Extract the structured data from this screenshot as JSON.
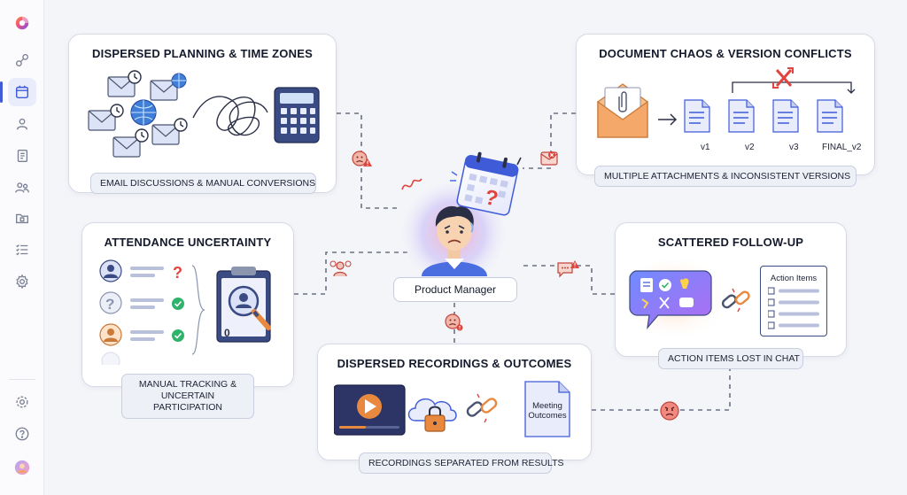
{
  "center": {
    "label": "Product Manager"
  },
  "cards": {
    "planning": {
      "title": "DISPERSED PLANNING & TIME ZONES",
      "caption": "EMAIL DISCUSSIONS & MANUAL CONVERSIONS"
    },
    "documents": {
      "title": "DOCUMENT CHAOS & VERSION CONFLICTS",
      "caption": "MULTIPLE ATTACHMENTS & INCONSISTENT VERSIONS",
      "versions": [
        "v1",
        "v2",
        "v3",
        "FINAL_v2"
      ]
    },
    "attendance": {
      "title": "ATTENDANCE UNCERTAINTY",
      "caption": "MANUAL TRACKING & UNCERTAIN PARTICIPATION",
      "count": "0"
    },
    "followup": {
      "title": "SCATTERED FOLLOW-UP",
      "caption": "ACTION ITEMS LOST IN CHAT",
      "list_title": "Action Items"
    },
    "recordings": {
      "title": "DISPERSED RECORDINGS & OUTCOMES",
      "caption": "RECORDINGS SEPARATED FROM RESULTS",
      "doc_label": "Meeting Outcomes"
    }
  },
  "colors": {
    "accent": "#3f5bd8",
    "warning": "#e0443e",
    "success": "#2fb36b",
    "panel": "#ffffff"
  },
  "sidebar": {
    "items": [
      "logo-icon",
      "connections-icon",
      "calendar-icon",
      "person-icon",
      "document-icon",
      "group-icon",
      "folder-icon",
      "checklist-icon",
      "settings-icon"
    ],
    "bottom": [
      "settings-icon",
      "help-icon",
      "avatar"
    ]
  }
}
